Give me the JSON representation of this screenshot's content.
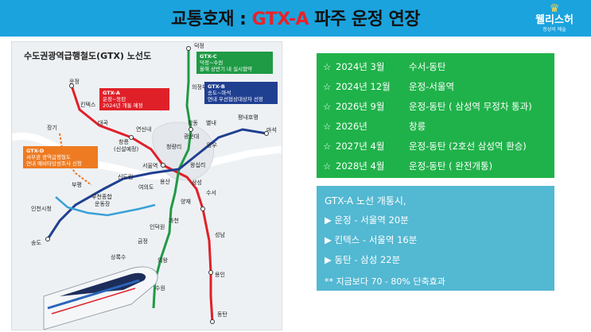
{
  "header": {
    "title_prefix": "교통호재 : ",
    "title_accent": "GTX-A",
    "title_suffix": " 파주 운정 연장",
    "logo_name": "웰리스허",
    "logo_sub": "정성의 예술",
    "accent_color": "#e8222b",
    "header_color": "#1ba3dd"
  },
  "map": {
    "title": "수도권광역급행철도(GTX) 노선도",
    "callouts": {
      "gtx_a": {
        "title": "GTX-A",
        "lines": [
          "운정~동탄",
          "2024년 개통 예정"
        ],
        "color": "#e02029"
      },
      "gtx_b": {
        "title": "GTX-B",
        "lines": [
          "송도~마석",
          "연내 우선협상대상자 선정"
        ],
        "color": "#1f3f91"
      },
      "gtx_c": {
        "title": "GTX-C",
        "lines": [
          "덕정~수원",
          "올해 상반기 내 실시협약"
        ],
        "color": "#1f9a45"
      },
      "gtx_d": {
        "title": "GTX-D",
        "lines": [
          "서부권 광역급행철도",
          "연내 예비타당성조사 신청"
        ],
        "color": "#ee7b22"
      }
    },
    "stations": {
      "deokjeong": "덕정",
      "uijeongbu": "의정부",
      "changdong": "창동",
      "byeollae": "별내",
      "pyeongnae": "평내호평",
      "maseok": "마석",
      "gwangun": "광운대",
      "mangu": "망우",
      "cheongnyangni": "청량리",
      "wangsimni": "왕십리",
      "unjeong": "운정",
      "kintex": "킨텍스",
      "daegok": "대곡",
      "yeonsinnae": "연신내",
      "changneung": "창릉",
      "changneung_sub": "(신설예정)",
      "janggi": "장기",
      "seoul": "서울역",
      "sindorim": "신도림",
      "yeouido": "여의도",
      "yongsan": "용산",
      "samseong": "삼성",
      "suseo": "수서",
      "yangjae": "양재",
      "bupyeong": "부평",
      "bucheon": "부천종합",
      "bucheon2": "운동장",
      "incheon": "인천시청",
      "songdo": "송도",
      "gwacheon": "과천",
      "indeogwon": "인덕원",
      "geumjeong": "금정",
      "seongnam": "성남",
      "sangnoksu": "상록수",
      "uiwang": "의왕",
      "yongin": "용인",
      "suwon": "수원",
      "dongtan": "동탄"
    }
  },
  "schedule": {
    "star": "☆",
    "items": [
      {
        "date": "2024년 3월",
        "desc": "수서-동탄"
      },
      {
        "date": "2024년 12월",
        "desc": "운정-서울역"
      },
      {
        "date": "2026년 9월",
        "desc": "운정-동탄 ( 삼성역 무정차 통과)"
      },
      {
        "date": "2026년",
        "desc": "창릉"
      },
      {
        "date": "2027년 4월",
        "desc": "운정-동탄 (2호선 삼성역 환승)"
      },
      {
        "date": "2028년 4월",
        "desc": "운정-동탄 ( 완전개통)"
      }
    ],
    "color": "#1fb24a"
  },
  "travel": {
    "heading": "GTX-A 노선 개통시,",
    "arrow": "▶",
    "items": [
      "운정 - 서울역 20분",
      "킨텍스 - 서울역 16분",
      "동탄 - 삼성 22분"
    ],
    "note": "** 지금보다 70 - 80% 단축효과",
    "color": "#53b8d2"
  }
}
